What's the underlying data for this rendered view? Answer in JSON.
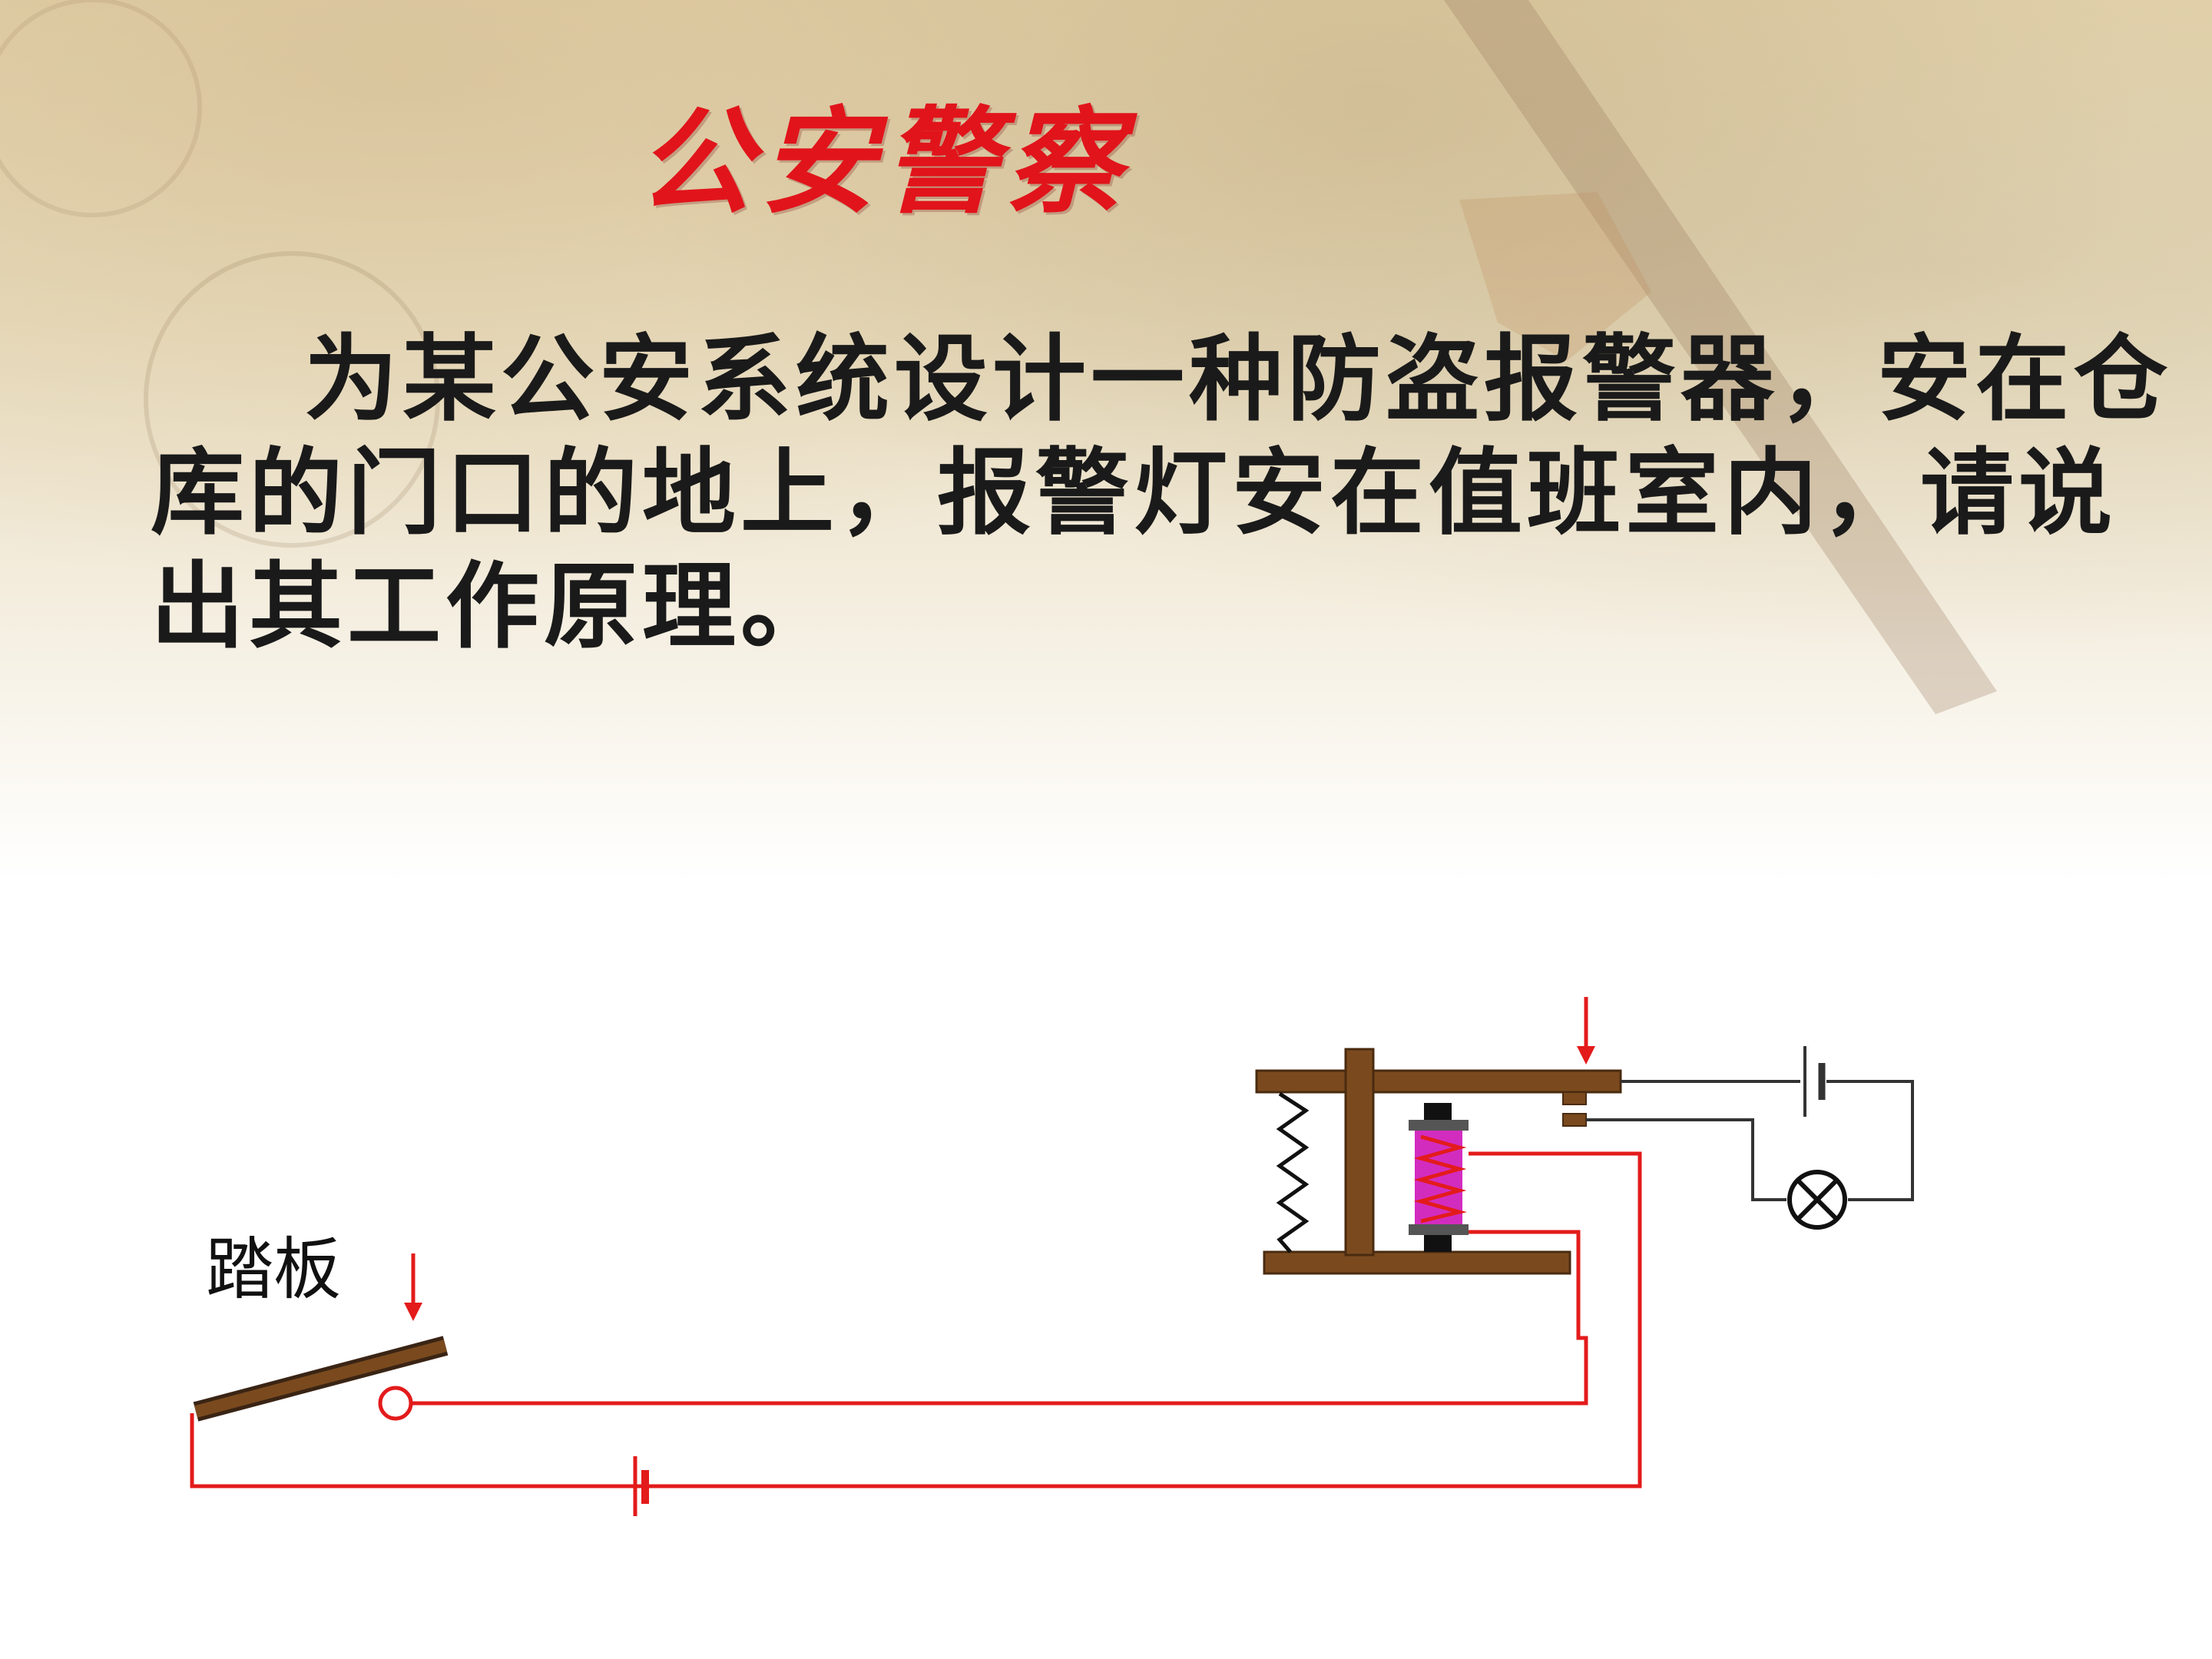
{
  "slide": {
    "title": "公安警察",
    "question": "为某公安系统设计一种防盗报警器，安在仓库的门口的地上，报警灯安在值班室内，请说出其工作原理。"
  },
  "diagram": {
    "pedal_label": "踏板"
  },
  "colors": {
    "title": "#e1141b",
    "wire": "#e31b1b",
    "wood": "#7a4a1e",
    "coil": "#d22cbf",
    "background": "#e8dcc0"
  }
}
